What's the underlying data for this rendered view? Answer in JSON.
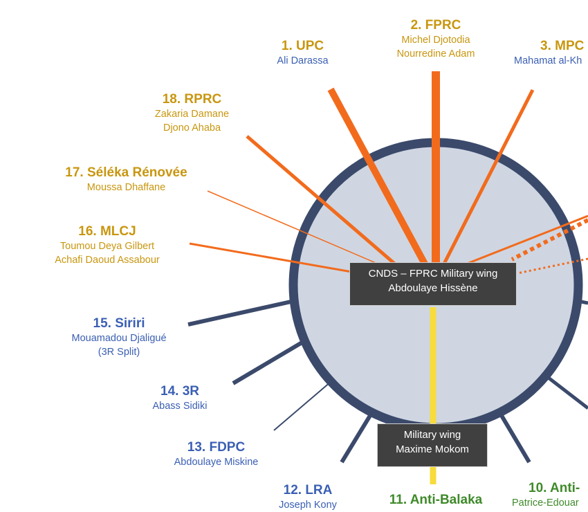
{
  "colors": {
    "orange": "#f26b1d",
    "gold": "#c8960f",
    "blue": "#3a5fb3",
    "green": "#3f8a2a",
    "navy": "#3b4a6b",
    "circle_fill": "#cfd6e2",
    "yellow": "#f7dc3c",
    "box": "#404040"
  },
  "groups": [
    {
      "id": "upc",
      "title": "1. UPC",
      "subtitle": [
        "Ali Darassa"
      ],
      "title_color": "gold",
      "subtitle_color": "blue"
    },
    {
      "id": "fprc",
      "title": "2. FPRC",
      "subtitle": [
        "Michel Djotodia",
        "Nourredine Adam"
      ],
      "title_color": "gold",
      "subtitle_color": "gold"
    },
    {
      "id": "mpc",
      "title": "3. MPC",
      "subtitle": [
        "Mahamat al-Kh"
      ],
      "title_color": "gold",
      "subtitle_color": "blue"
    },
    {
      "id": "anti",
      "title": "10. Anti-",
      "subtitle": [
        "Patrice-Edouar"
      ],
      "title_color": "green",
      "subtitle_color": "green"
    },
    {
      "id": "antibalaka",
      "title": "11. Anti-Balaka",
      "subtitle": [],
      "title_color": "green",
      "subtitle_color": "green"
    },
    {
      "id": "lra",
      "title": "12. LRA",
      "subtitle": [
        "Joseph Kony"
      ],
      "title_color": "blue",
      "subtitle_color": "blue"
    },
    {
      "id": "fdpc",
      "title": "13. FDPC",
      "subtitle": [
        "Abdoulaye Miskine"
      ],
      "title_color": "blue",
      "subtitle_color": "blue"
    },
    {
      "id": "3r",
      "title": "14. 3R",
      "subtitle": [
        "Abass Sidiki"
      ],
      "title_color": "blue",
      "subtitle_color": "blue"
    },
    {
      "id": "siriri",
      "title": "15. Siriri",
      "subtitle": [
        "Mouamadou Djaligué",
        "(3R Split)"
      ],
      "title_color": "blue",
      "subtitle_color": "blue"
    },
    {
      "id": "mlcj",
      "title": "16. MLCJ",
      "subtitle": [
        "Toumou Deya Gilbert",
        "Achafi Daoud Assabour"
      ],
      "title_color": "gold",
      "subtitle_color": "gold"
    },
    {
      "id": "seleka",
      "title": "17. Séléka Rénovée",
      "subtitle": [
        "Moussa Dhaffane"
      ],
      "title_color": "gold",
      "subtitle_color": "gold"
    },
    {
      "id": "rprc",
      "title": "18. RPRC",
      "subtitle": [
        "Zakaria Damane",
        "Djono Ahaba"
      ],
      "title_color": "gold",
      "subtitle_color": "gold"
    }
  ],
  "center_box": {
    "lines": [
      "CNDS – FPRC Military wing",
      "Abdoulaye Hissène"
    ]
  },
  "military_box": {
    "lines": [
      "Military wing",
      "Maxime Mokom"
    ]
  }
}
